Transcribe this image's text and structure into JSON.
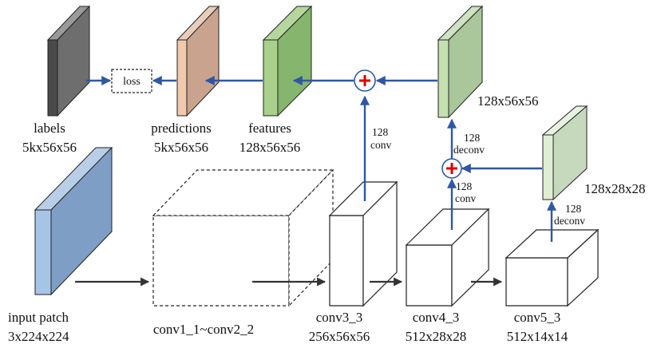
{
  "colors": {
    "blue_arrow": "#2f57a3",
    "gray_arrow": "#333333",
    "plus_red": "#e00000",
    "labels_block": "#6e6e6e",
    "predictions_block": "#c9a38e",
    "features_block": "#86b56e",
    "feature_128x56": "#a9c79a",
    "feature_128x28": "#c7d9bd",
    "input_block": "#7f9ec6"
  },
  "blocks": {
    "labels": {
      "name": "labels",
      "dims": "5kx56x56"
    },
    "predictions": {
      "name": "predictions",
      "dims": "5kx56x56"
    },
    "features": {
      "name": "features",
      "dims": "128x56x56"
    },
    "feat56": {
      "dims": "128x56x56"
    },
    "feat28": {
      "dims": "128x28x28"
    },
    "input": {
      "name": "input patch",
      "dims": "3x224x224"
    },
    "conv12": {
      "name": "conv1_1~conv2_2"
    },
    "conv3": {
      "name": "conv3_3",
      "dims": "256x56x56"
    },
    "conv4": {
      "name": "conv4_3",
      "dims": "512x28x28"
    },
    "conv5": {
      "name": "conv5_3",
      "dims": "512x14x14"
    }
  },
  "loss_label": "loss",
  "ops": {
    "c3_num": "128",
    "c3_op": "conv",
    "c4_num": "128",
    "c4_op": "conv",
    "d56_num": "128",
    "d56_op": "deconv",
    "d28_num": "128",
    "d28_op": "deconv",
    "plus": "+"
  }
}
